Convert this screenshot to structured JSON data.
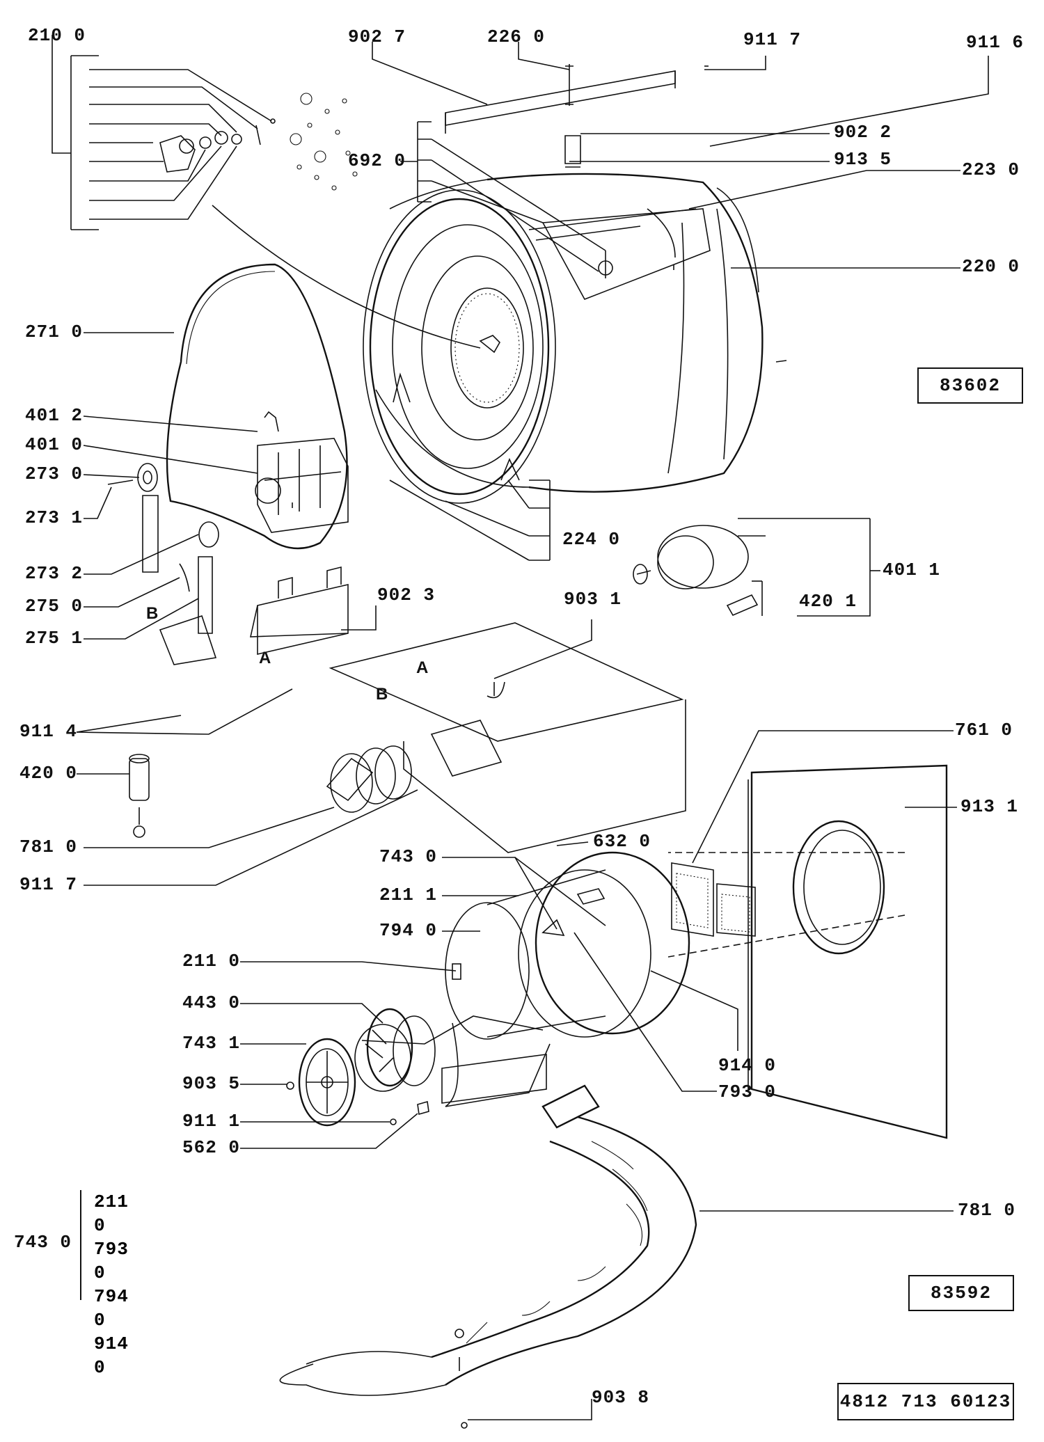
{
  "labels": {
    "p2100": "210 0",
    "p9027": "902 7",
    "p2260": "226 0",
    "p9117a": "911 7",
    "p9116": "911 6",
    "p9022": "902 2",
    "p9135": "913 5",
    "p6920": "692 0",
    "p2230": "223 0",
    "p2200": "220 0",
    "p2710": "271 0",
    "p4012": "401 2",
    "p4010": "401 0",
    "p2730": "273 0",
    "p2731": "273 1",
    "p2732": "273 2",
    "p2750": "275 0",
    "p2751": "275 1",
    "p9023": "902 3",
    "p2240": "224 0",
    "p4011": "401 1",
    "p4201": "420 1",
    "p9031": "903 1",
    "p9114": "911 4",
    "p4200": "420 0",
    "p7810a": "781 0",
    "p9117b": "911 7",
    "p7610": "761 0",
    "p9131": "913 1",
    "p6320": "632 0",
    "p7430": "743 0",
    "p2111": "211 1",
    "p7940": "794 0",
    "p2110": "211 0",
    "p4430": "443 0",
    "p7431": "743 1",
    "p9035": "903 5",
    "p9111": "911 1",
    "p5620": "562 0",
    "p9140": "914 0",
    "p7930": "793 0",
    "p7810b": "781 0",
    "p9038": "903 8"
  },
  "letters": {
    "A1": "A",
    "A2": "A",
    "B1": "B",
    "B2": "B"
  },
  "boxes": {
    "ref1": "83602",
    "ref2": "83592",
    "docno": "4812 713 60123"
  },
  "legend": {
    "main": "743 0",
    "items": [
      "211 0",
      "793 0",
      "794 0",
      "914 0"
    ]
  }
}
